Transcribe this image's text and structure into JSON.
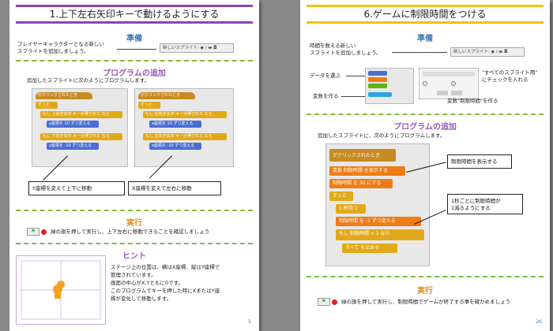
{
  "left_page": {
    "title": "1.上下左右矢印キーで動けるようにする",
    "prep": {
      "heading": "準備",
      "text": "プレイヤーキャラクターとなる新しい\nスプライトを追加しましょう。",
      "ui_label": "新しいスプライト: ◆ / ▬ ◘"
    },
    "program": {
      "heading": "プログラムの追加",
      "text": "追加したスプライトに次のようにプログラムします。",
      "left_script": [
        "がクリックされたとき",
        "ずっと",
        "もし 上向き矢印 キーが押された なら",
        "y座標を 10 ずつ変える",
        "もし 下向き矢印 キーが押された なら",
        "y座標を -10 ずつ変える"
      ],
      "right_script": [
        "がクリックされたとき",
        "ずっと",
        "もし 右向き矢印 キーが押された なら",
        "x座標を 10 ずつ変える",
        "もし 左向き矢印 キーが押された なら",
        "x座標を -10 ずつ変える"
      ],
      "callout_left": "Y座標を変えて上下に移動",
      "callout_right": "X座標を変えて左右に移動"
    },
    "run": {
      "heading": "実行",
      "text": "緑の旗を押して実行し、上下左右に移動できることを確認しましょう"
    },
    "hint": {
      "heading": "ヒント",
      "text": "ステージ上の位置は、横はX座標、縦はY座標で\n管理されています。\n画面の中心がX,Yともに0です。\nこのプログラムでキーを押した時にXまたはY座\n標が変化して移動します。"
    },
    "page_number": "5"
  },
  "right_page": {
    "title": "6.ゲームに制限時間をつける",
    "prep": {
      "heading": "準備",
      "text": "時間を数える新しい\nスプライトを追加しましょう。",
      "ui_label": "新しいスプライト: ◆ / ▬ ◘",
      "label_data": "データを選ぶ",
      "label_make_var": "変数を作る",
      "label_all_sprites": "\"すべてのスプライト用\"\nにチェックを入れる",
      "label_make_limit": "変数\"制限時間\"を作る"
    },
    "program": {
      "heading": "プログラムの追加",
      "text": "追加したスプライトに、次のようにプログラムします。",
      "script": [
        "がクリックされたとき",
        "変数 制限時間 を表示する",
        "制限時間 を 30 にする",
        "ずっと",
        "1 秒待つ",
        "制限時間 を -1 ずつ変える",
        "もし 制限時間 < 1 なら",
        "すべて を止める"
      ],
      "callout_top": "制限時間を表示する",
      "callout_bottom": "1秒ごとに制限時間が\n1減るようにする"
    },
    "run": {
      "heading": "実行",
      "text": "緑の旗を押して実行し、制限時間でゲームが終了する事を確かめましょう"
    },
    "page_number": "26"
  },
  "colors": {
    "left_title_rule": "#8e44ad",
    "right_title_rule": "#f1c40f",
    "dashed_rule": "#7bbf3a",
    "heading_purple": "#9b59b6",
    "heading_blue": "#3b78b5",
    "heading_orange": "#e08a1e"
  }
}
